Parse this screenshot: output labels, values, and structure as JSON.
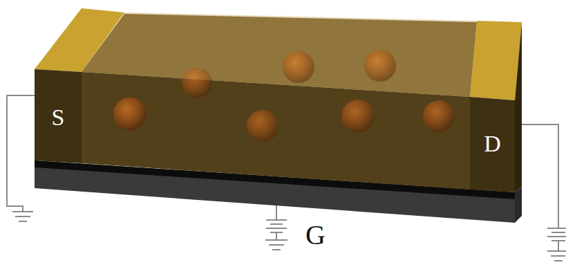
{
  "diagram": {
    "nodes": [
      {
        "text": [
          "S"
        ]
      },
      {
        "text": [
          "D"
        ]
      }
    ],
    "labels": [
      "G"
    ]
  }
}
